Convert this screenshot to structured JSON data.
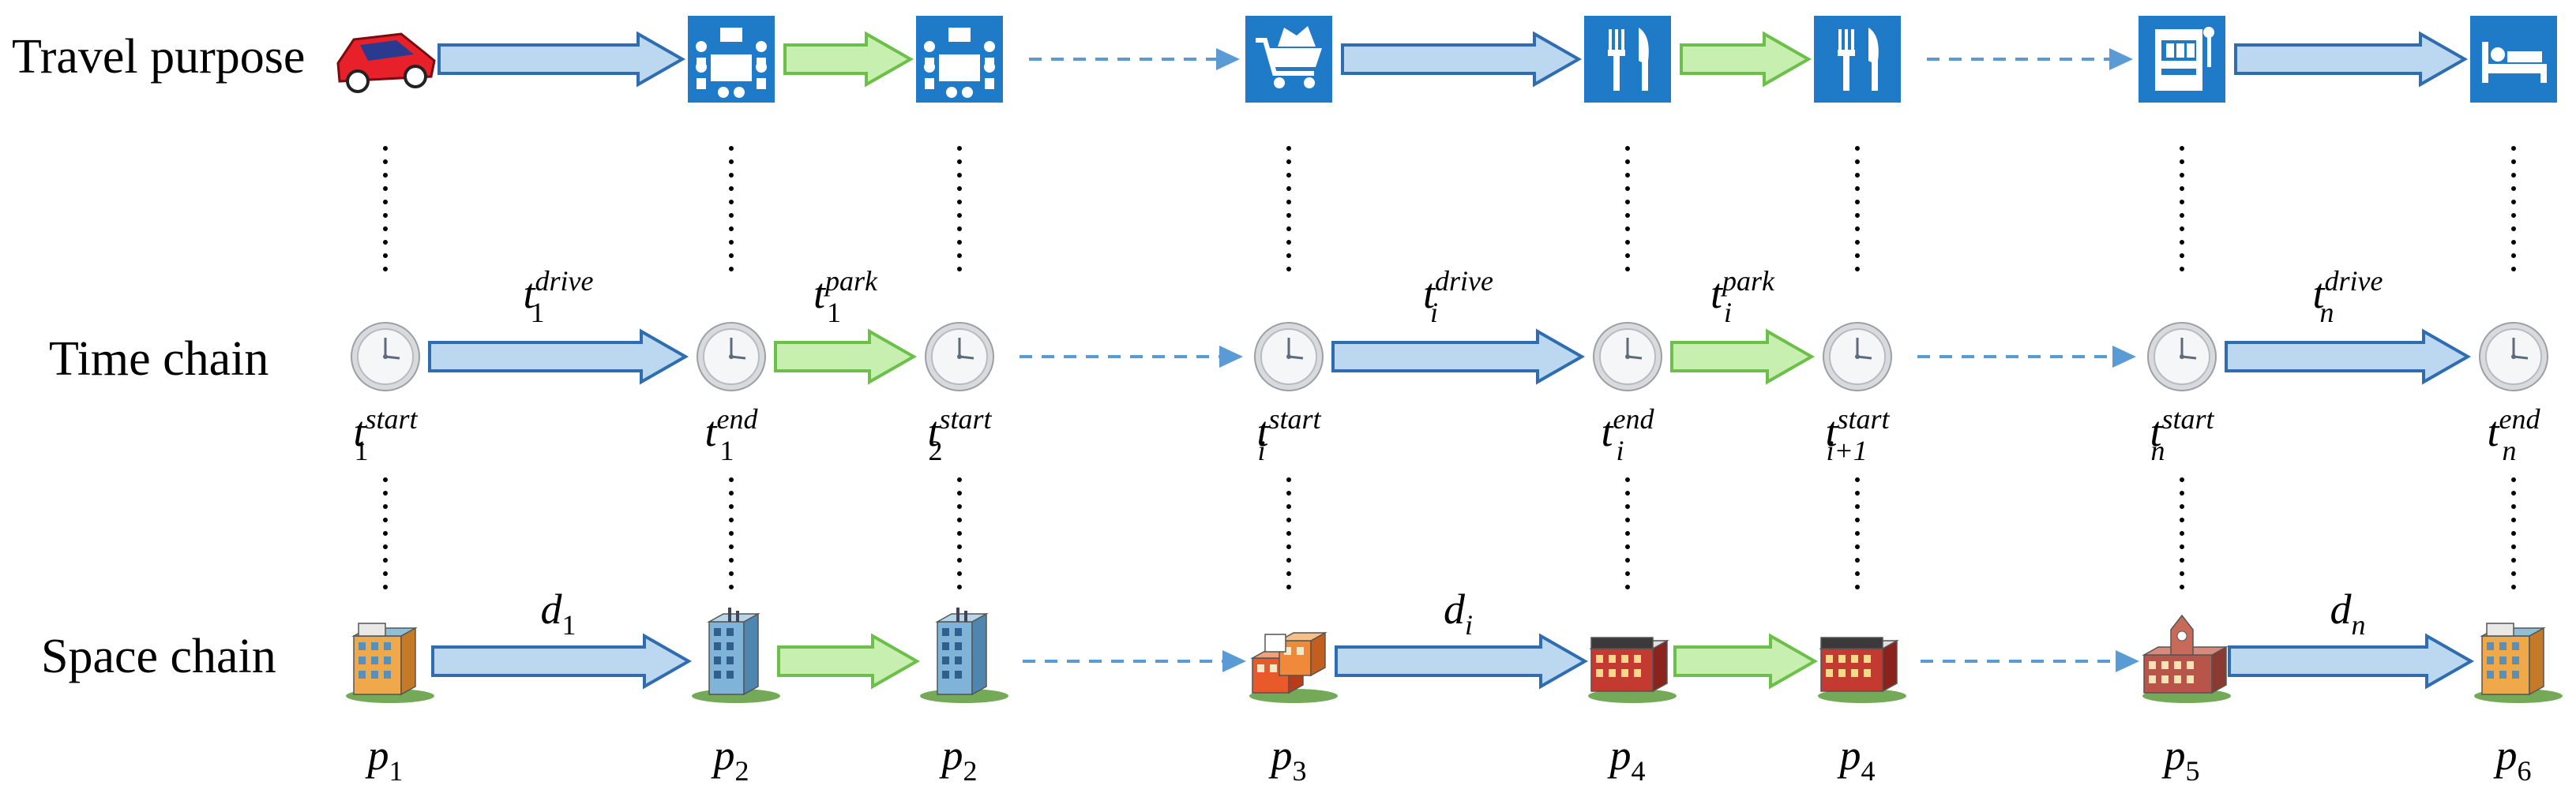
{
  "rows": {
    "purpose": "Travel purpose",
    "time": "Time chain",
    "space": "Space chain"
  },
  "columns": [
    {
      "purpose_icon": "car-icon",
      "time_label": {
        "base": "t",
        "sub": "1",
        "sup": "start"
      },
      "space_icon": "residential-building-icon",
      "space_label": {
        "base": "p",
        "sub": "1"
      }
    },
    {
      "purpose_icon": "meeting-icon",
      "time_label": {
        "base": "t",
        "sub": "1",
        "sup": "end"
      },
      "space_icon": "office-tower-icon",
      "space_label": {
        "base": "p",
        "sub": "2"
      }
    },
    {
      "purpose_icon": "meeting-icon",
      "time_label": {
        "base": "t",
        "sub": "2",
        "sup": "start"
      },
      "space_icon": "office-tower-icon",
      "space_label": {
        "base": "p",
        "sub": "2"
      }
    },
    {
      "purpose_icon": "shopping-cart-icon",
      "time_label": {
        "base": "t",
        "sub": "i",
        "sup": "start"
      },
      "space_icon": "shopping-mall-icon",
      "space_label": {
        "base": "p",
        "sub": "3"
      }
    },
    {
      "purpose_icon": "restaurant-icon",
      "time_label": {
        "base": "t",
        "sub": "i",
        "sup": "end"
      },
      "space_icon": "restaurant-building-icon",
      "space_label": {
        "base": "p",
        "sub": "4"
      }
    },
    {
      "purpose_icon": "restaurant-icon",
      "time_label": {
        "base": "t",
        "sub": "i+1",
        "sup": "start"
      },
      "space_icon": "restaurant-building-icon",
      "space_label": {
        "base": "p",
        "sub": "4"
      }
    },
    {
      "purpose_icon": "slot-machine-icon",
      "time_label": {
        "base": "t",
        "sub": "n",
        "sup": "start"
      },
      "space_icon": "school-building-icon",
      "space_label": {
        "base": "p",
        "sub": "5"
      }
    },
    {
      "purpose_icon": "bed-icon",
      "time_label": {
        "base": "t",
        "sub": "n",
        "sup": "end"
      },
      "space_icon": "residential-building-icon",
      "space_label": {
        "base": "p",
        "sub": "6"
      }
    }
  ],
  "links": [
    {
      "kind": "drive",
      "time_label": {
        "base": "t",
        "sub": "1",
        "sup": "drive"
      },
      "space_label": {
        "base": "d",
        "sub": "1"
      }
    },
    {
      "kind": "park",
      "time_label": {
        "base": "t",
        "sub": "1",
        "sup": "park"
      }
    },
    {
      "kind": "gap"
    },
    {
      "kind": "drive",
      "time_label": {
        "base": "t",
        "sub": "i",
        "sup": "drive"
      },
      "space_label": {
        "base": "d",
        "sub": "i"
      }
    },
    {
      "kind": "park",
      "time_label": {
        "base": "t",
        "sub": "i",
        "sup": "park"
      }
    },
    {
      "kind": "gap"
    },
    {
      "kind": "drive",
      "time_label": {
        "base": "t",
        "sub": "n",
        "sup": "drive"
      },
      "space_label": {
        "base": "d",
        "sub": "n"
      }
    }
  ],
  "clock_icon": "clock-icon",
  "colors": {
    "drive_fill": "#bcd8f0",
    "drive_stroke": "#2f6db0",
    "park_fill": "#c6efb0",
    "park_stroke": "#6cc04a",
    "dashed": "#5b9bd5",
    "purpose_tile": "#1f7ac8"
  }
}
